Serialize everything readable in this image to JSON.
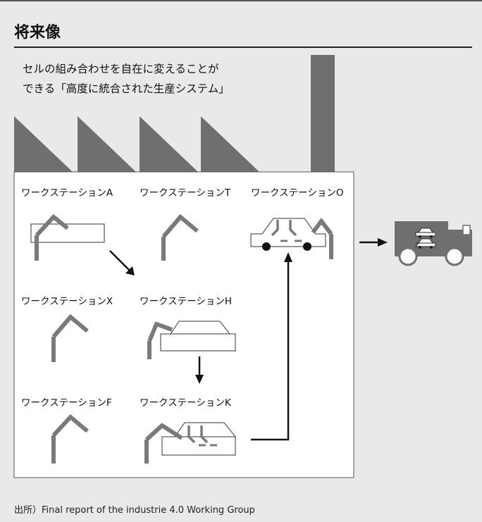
{
  "title": "将来像",
  "subtitle_lines": [
    "セルの組み合わせを自在に変えることが",
    "できる「高度に統合された生産システム」"
  ],
  "stations": {
    "a": "ワークステーションA",
    "t": "ワークステーションT",
    "o": "ワークステーションO",
    "x": "ワークステーションX",
    "h": "ワークステーションH",
    "f": "ワークステーションF",
    "k": "ワークステーションK"
  },
  "source": "出所）Final report of the industrie 4.0 Working Group",
  "colors": {
    "background": "#e9e9e9",
    "factory": "#6f6f6f",
    "arm": "#7a7a7a",
    "line": "#111111"
  }
}
